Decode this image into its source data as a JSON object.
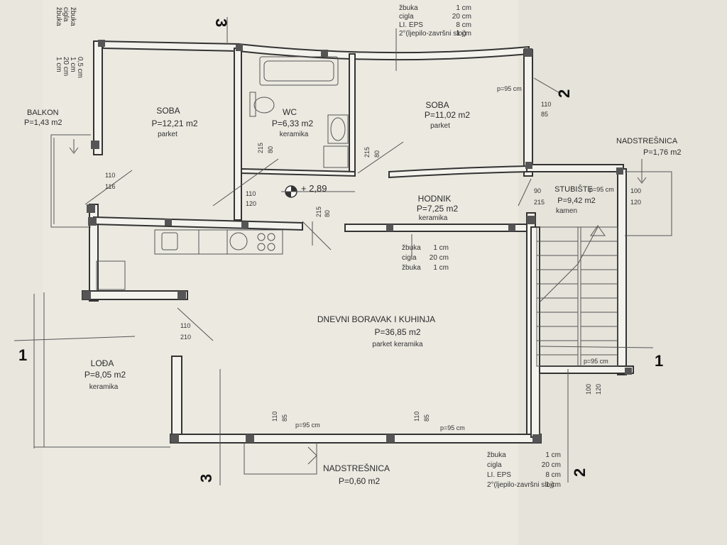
{
  "rooms": {
    "soba_left": {
      "name": "SOBA",
      "area": "P=12,21 m2",
      "floor": "parket"
    },
    "wc": {
      "name": "WC",
      "area": "P=6,33 m2",
      "floor": "keramika"
    },
    "soba_right": {
      "name": "SOBA",
      "area": "P=11,02 m2",
      "floor": "parket"
    },
    "balkon": {
      "name": "BALKON",
      "area": "P=1,43 m2"
    },
    "hodnik": {
      "name": "HODNIK",
      "area": "P=7,25 m2",
      "floor": "keramika"
    },
    "stubiste": {
      "name": "STUBIŠTE",
      "area": "P=9,42 m2",
      "floor": "kamen"
    },
    "nadstresnica_right": {
      "name": "NADSTREŠNICA",
      "area": "P=1,76 m2"
    },
    "dnevni": {
      "name": "DNEVNI BORAVAK I KUHINJA",
      "area": "P=36,85 m2",
      "floor": "parket  keramika"
    },
    "lodja": {
      "name": "LOĐA",
      "area": "P=8,05 m2",
      "floor": "keramika"
    },
    "nadstresnica_bottom": {
      "name": "NADSTREŠNICA",
      "area": "P=0,60 m2"
    }
  },
  "level": "+ 2,89",
  "sections": {
    "s1": "1",
    "s2": "2",
    "s3": "3"
  },
  "wall_layers_top": [
    "žbuka",
    "cigla",
    "LI. EPS",
    "2°(ljepilo-završni sloj)"
  ],
  "wall_layers_top_vals": [
    "1 cm",
    "20 cm",
    "8 cm",
    "1 cm"
  ],
  "wall_layers_mid": [
    "žbuka",
    "cigla",
    "žbuka"
  ],
  "wall_layers_mid_vals": [
    "1 cm",
    "20 cm",
    "1 cm"
  ],
  "wall_layers_bottom": [
    "žbuka",
    "cigla",
    "LI. EPS",
    "2°(ljepilo-završni sloj)"
  ],
  "wall_layers_bottom_vals": [
    "1 cm",
    "20 cm",
    "8 cm",
    "1 cm"
  ],
  "side_layers_left": [
    "žbuka",
    "cigla",
    "žbuka"
  ],
  "side_layers_left_vals": [
    "1 cm",
    "20 cm",
    "1 cm",
    "0,5 cm"
  ],
  "dims": {
    "d110_116": "110",
    "d116": "116",
    "d110_120a": "110",
    "d120a": "120",
    "d215a": "215",
    "d80a": "80",
    "d215b": "215",
    "d80b": "80",
    "d110_210": "110",
    "d210": "210",
    "d215c": "215",
    "d80c": "80",
    "d110_85r": "110",
    "d85r": "85",
    "p95a": "p=95 cm",
    "d90": "90",
    "d215d": "215",
    "p95b": "p=95 cm",
    "d100a": "100",
    "d120b": "120",
    "p95c": "p=95 cm",
    "d100b": "100",
    "d120c": "120",
    "d110_85a": "110",
    "d85a": "85",
    "p95d": "p=95 cm",
    "d110_85b": "110",
    "d85b": "85",
    "p95e": "p=95 cm"
  },
  "colors": {
    "paper": "#ece9e1",
    "ink": "#333333"
  }
}
